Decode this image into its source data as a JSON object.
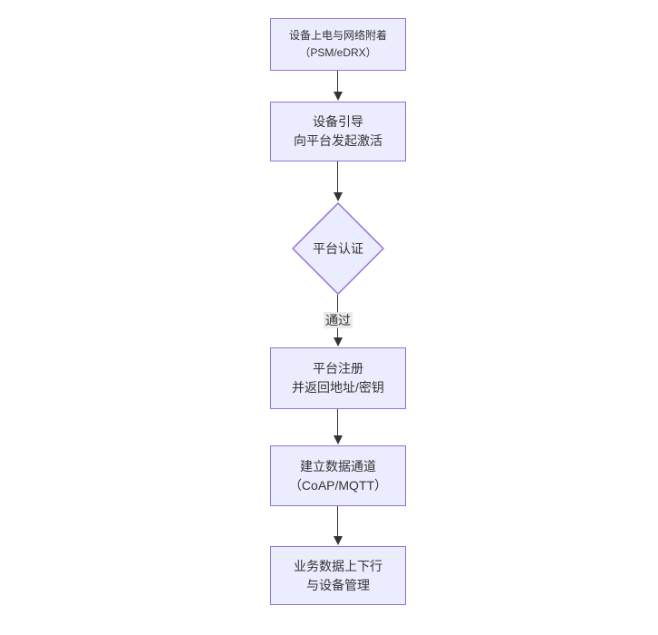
{
  "page": {
    "background_color": "#ffffff"
  },
  "colors": {
    "node_fill": "#ECECFF",
    "node_border": "#9370DB",
    "text": "#333333",
    "arrow": "#333333",
    "edge_label_bg": "#e8e8e8"
  },
  "chart_data": {
    "type": "flowchart",
    "direction": "top-down",
    "nodes": [
      {
        "id": "power-attach",
        "shape": "rect",
        "line1": "设备上电与网络附着",
        "line2": "（PSM/eDRX）"
      },
      {
        "id": "bootstrap",
        "shape": "rect",
        "line1": "设备引导",
        "line2": "向平台发起激活"
      },
      {
        "id": "platform-auth",
        "shape": "diamond",
        "line1": "平台认证",
        "line2": ""
      },
      {
        "id": "register",
        "shape": "rect",
        "line1": "平台注册",
        "line2": "并返回地址/密钥"
      },
      {
        "id": "data-channel",
        "shape": "rect",
        "line1": "建立数据通道",
        "line2": "（CoAP/MQTT）"
      },
      {
        "id": "business",
        "shape": "rect",
        "line1": "业务数据上下行",
        "line2": "与设备管理"
      }
    ],
    "edges": [
      {
        "from": "power-attach",
        "to": "bootstrap",
        "label": ""
      },
      {
        "from": "bootstrap",
        "to": "platform-auth",
        "label": ""
      },
      {
        "from": "platform-auth",
        "to": "register",
        "label": "通过"
      },
      {
        "from": "register",
        "to": "data-channel",
        "label": ""
      },
      {
        "from": "data-channel",
        "to": "business",
        "label": ""
      }
    ]
  }
}
